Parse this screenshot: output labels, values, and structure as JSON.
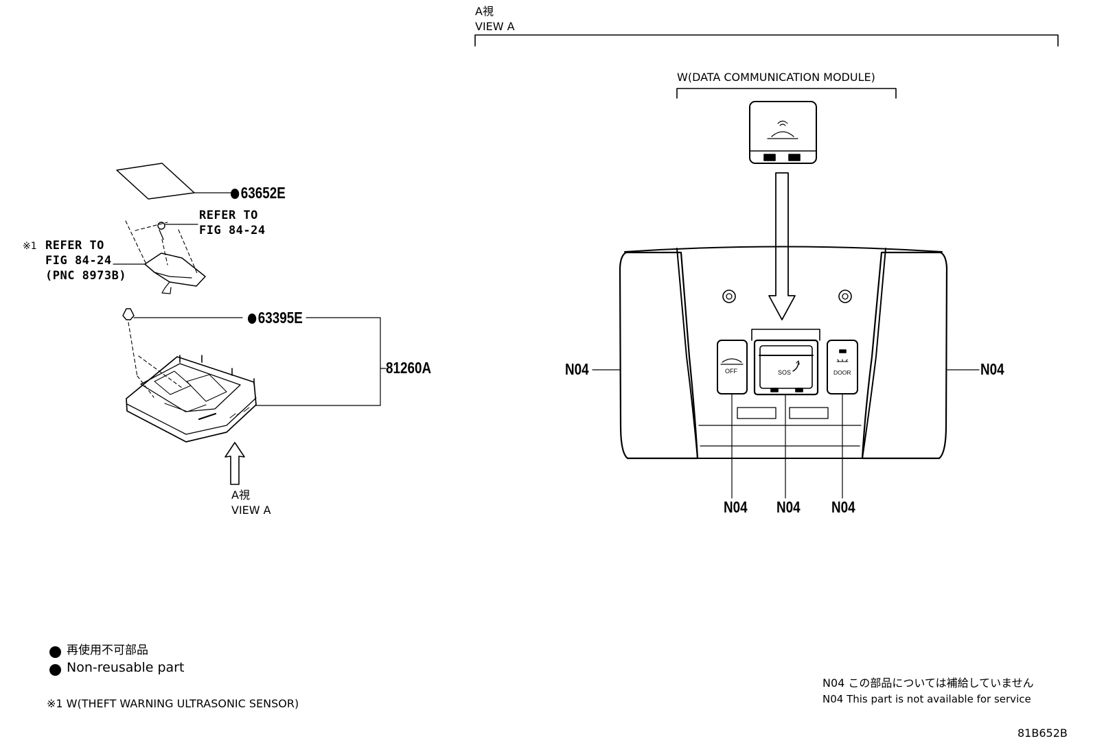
{
  "header": {
    "view_ja": "A視",
    "view_en": "VIEW A"
  },
  "module_label": "W(DATA COMMUNICATION MODULE)",
  "parts": {
    "p63652": "63652E",
    "p63395": "63395E",
    "p81260": "81260A"
  },
  "refer_right": {
    "line1": "REFER TO",
    "line2": "FIG 84-24"
  },
  "refer_left": {
    "mark": "※1",
    "line1": "REFER TO",
    "line2": "FIG 84-24",
    "line3": "(PNC 8973B)"
  },
  "arrow_view": {
    "ja": "A視",
    "en": "VIEW A"
  },
  "console_buttons": {
    "off": "OFF",
    "sos": "SOS",
    "door": "DOOR"
  },
  "callouts": {
    "left": "N04",
    "right": "N04",
    "bottom1": "N04",
    "bottom2": "N04",
    "bottom3": "N04"
  },
  "legend": {
    "ja": "再使用不可部品",
    "en": "Non-reusable part",
    "note": "※1 W(THEFT WARNING ULTRASONIC SENSOR)"
  },
  "n04_note": {
    "ja": "N04 この部品については補給していません",
    "en": "N04 This part is not available for service"
  },
  "drawing_code": "81B652B"
}
